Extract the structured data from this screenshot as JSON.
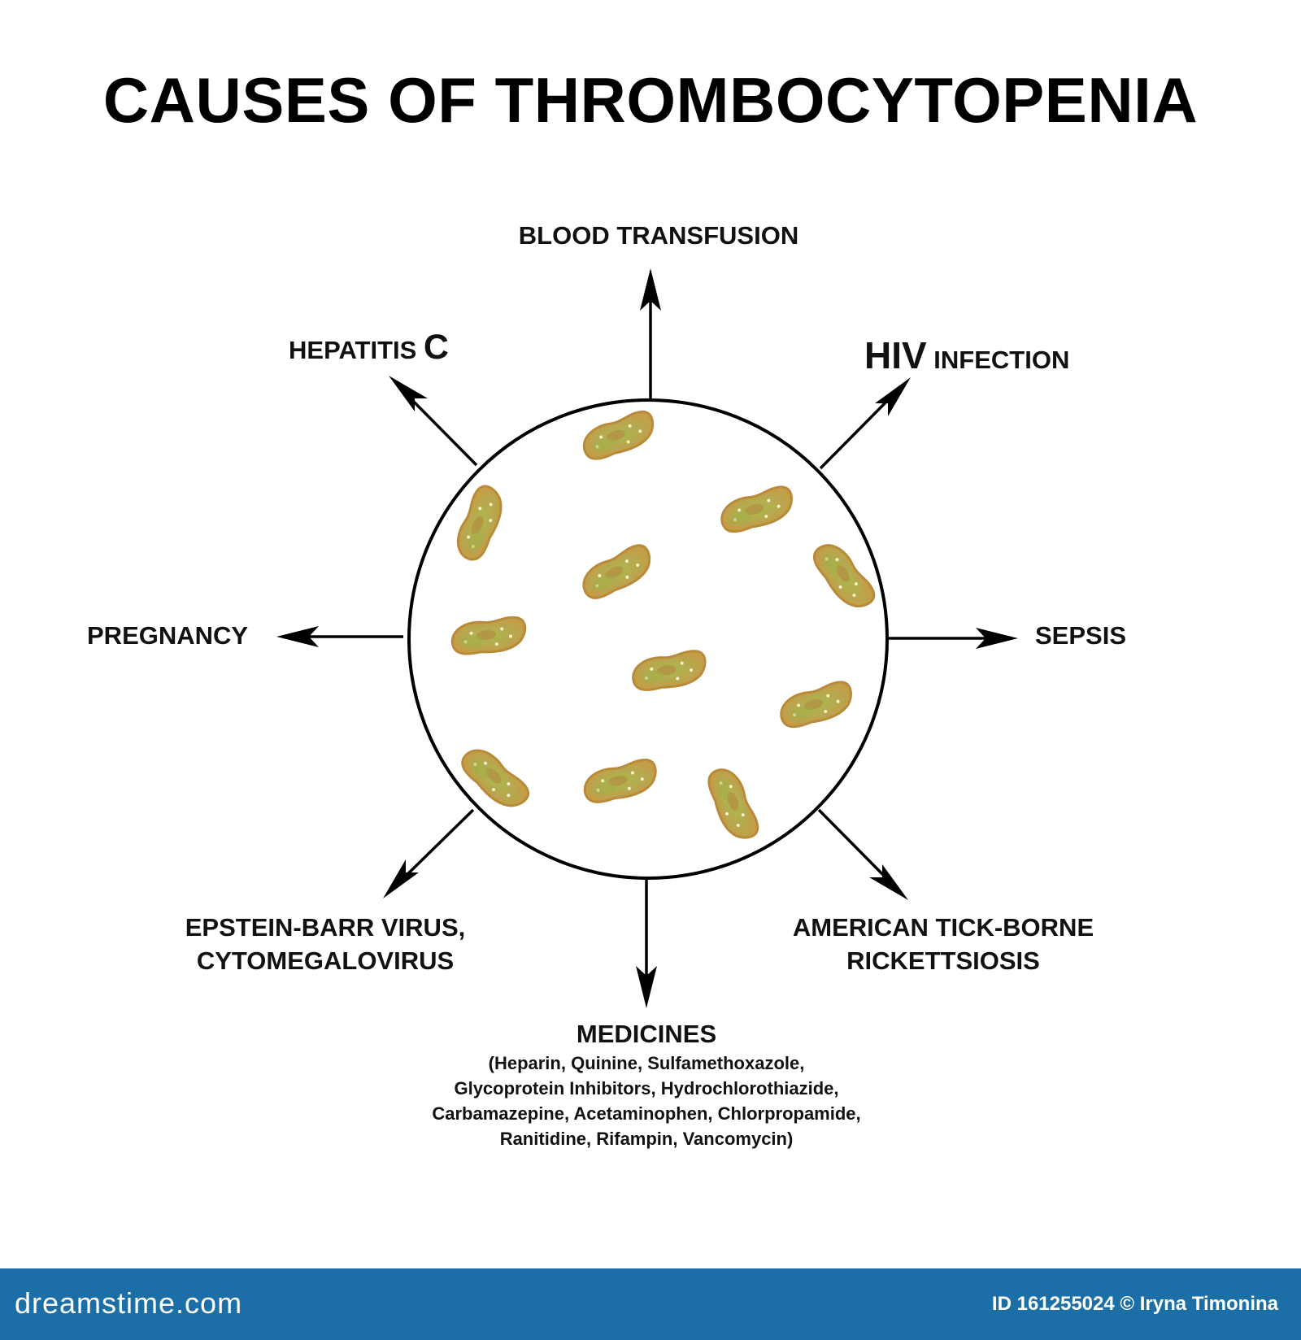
{
  "title": "CAUSES OF THROMBOCYTOPENIA",
  "causes": {
    "blood_transfusion": "BLOOD TRANSFUSION",
    "hepatitis_prefix": "HEPATITIS ",
    "hepatitis_letter": "C",
    "hiv_prefix": "HIV",
    "hiv_suffix": " INFECTION",
    "pregnancy": "PREGNANCY",
    "sepsis": "SEPSIS",
    "ebv_line1": "EPSTEIN-BARR VIRUS,",
    "ebv_line2": "CYTOMEGALOVIRUS",
    "tick_line1": "AMERICAN TICK-BORNE",
    "tick_line2": "RICKETTSIOSIS",
    "medicines_heading": "MEDICINES",
    "medicines_list": [
      "(Heparin, Quinine, Sulfamethoxazole,",
      "Glycoprotein Inhibitors, Hydrochlorothiazide,",
      "Carbamazepine, Acetaminophen, Chlorpropamide,",
      "Ranitidine, Rifampin, Vancomycin)"
    ]
  },
  "colors": {
    "platelet_edge": "#b98a3a",
    "platelet_fill": "#c8b25a",
    "platelet_core": "#9db24a",
    "footer_bar": "#1b6fa6"
  },
  "footer": {
    "brand": "dreamstime.com",
    "credit": "ID 161255024 © Iryna Timonina"
  }
}
